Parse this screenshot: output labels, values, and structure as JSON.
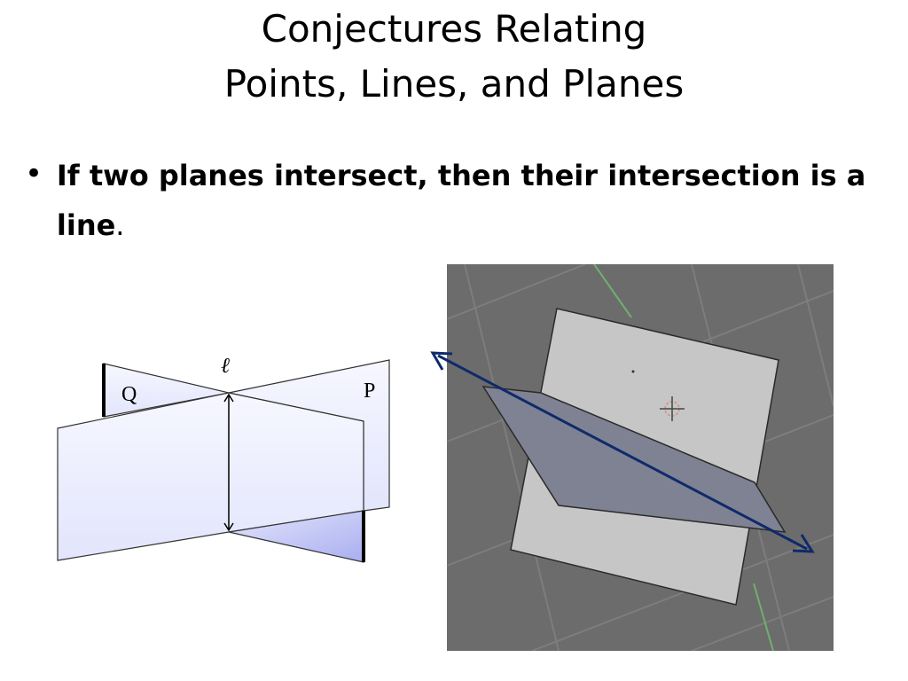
{
  "slide": {
    "title_line1": "Conjectures Relating",
    "title_line2": "Points, Lines, and Planes",
    "bullet_marker": "•",
    "bullet_text": "If two planes intersect, then their intersection is a line",
    "bullet_end": "."
  },
  "figure_left": {
    "label_line": "ℓ",
    "label_plane_q": "Q",
    "label_plane_p": "P"
  },
  "colors": {
    "plane_light": "#eef0ff",
    "plane_shade": "#b4b8f2",
    "render_bg": "#6e6e6e",
    "render_plane": "#c4c4c4",
    "render_slanted_plane": "#7f8494",
    "arrow": "#0f2a6b",
    "grid_axis": "#7fbf7f"
  }
}
